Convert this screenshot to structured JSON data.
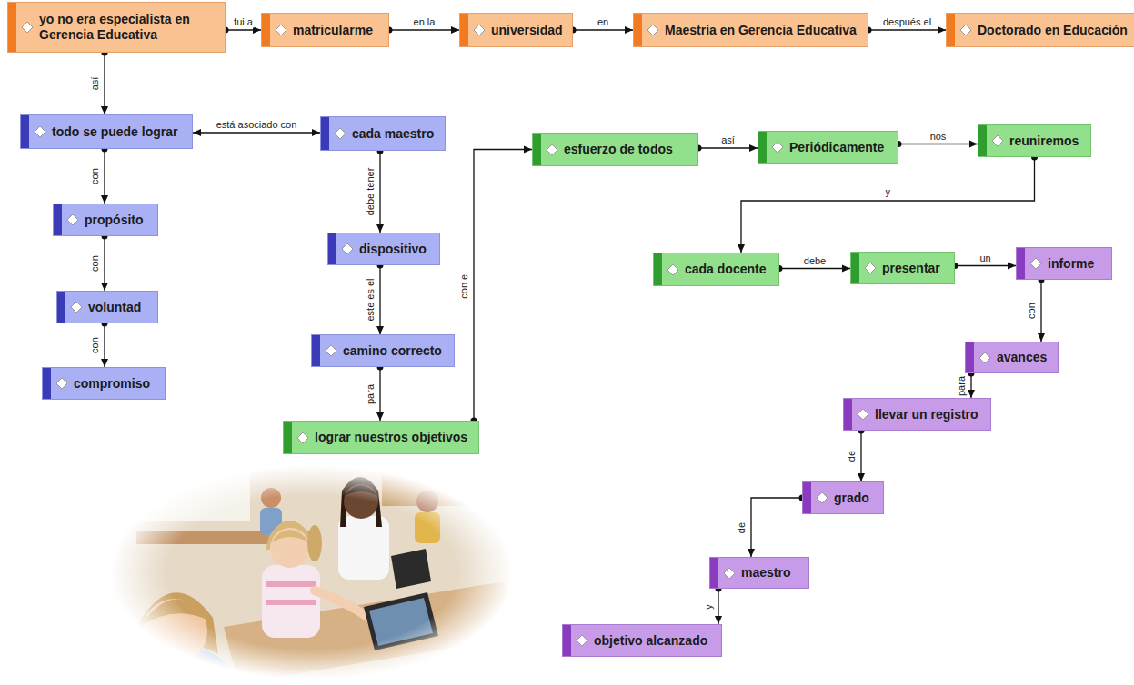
{
  "diagram": {
    "nodes": [
      {
        "text": [
          "yo no era especialista en Gerencia Educativa"
        ]
      },
      {
        "text": [
          "matricularme"
        ]
      },
      {
        "text": [
          "universidad"
        ]
      },
      {
        "text": [
          "Maestría en Gerencia Educativa"
        ]
      },
      {
        "text": [
          "Doctorado en Educación"
        ]
      },
      {
        "text": [
          "todo se puede lograr"
        ]
      },
      {
        "text": [
          "propósito"
        ]
      },
      {
        "text": [
          "voluntad"
        ]
      },
      {
        "text": [
          "compromiso"
        ]
      },
      {
        "text": [
          "cada maestro"
        ]
      },
      {
        "text": [
          "dispositivo"
        ]
      },
      {
        "text": [
          "camino correcto"
        ]
      },
      {
        "text": [
          "lograr nuestros objetivos"
        ]
      },
      {
        "text": [
          "esfuerzo de todos"
        ]
      },
      {
        "text": [
          "Periódicamente"
        ]
      },
      {
        "text": [
          "reuniremos"
        ]
      },
      {
        "text": [
          "cada docente"
        ]
      },
      {
        "text": [
          "presentar"
        ]
      },
      {
        "text": [
          "informe"
        ]
      },
      {
        "text": [
          "avances"
        ]
      },
      {
        "text": [
          "llevar un registro"
        ]
      },
      {
        "text": [
          "grado"
        ]
      },
      {
        "text": [
          "maestro"
        ]
      },
      {
        "text": [
          "objetivo alcanzado"
        ]
      }
    ],
    "edges": [
      {
        "from": 0,
        "to": 1,
        "label": "fui a",
        "arrow": "to"
      },
      {
        "from": 1,
        "to": 2,
        "label": "en la",
        "arrow": "to"
      },
      {
        "from": 2,
        "to": 3,
        "label": "en",
        "arrow": "to"
      },
      {
        "from": 3,
        "to": 4,
        "label": "después el",
        "arrow": "to"
      },
      {
        "from": 0,
        "to": 5,
        "label": "así",
        "arrow": "to"
      },
      {
        "from": 5,
        "to": 9,
        "label": "está asociado con",
        "arrow": "both"
      },
      {
        "from": 5,
        "to": 6,
        "label": "con",
        "arrow": "to"
      },
      {
        "from": 6,
        "to": 7,
        "label": "con",
        "arrow": "to"
      },
      {
        "from": 7,
        "to": 8,
        "label": "con",
        "arrow": "to"
      },
      {
        "from": 9,
        "to": 10,
        "label": "debe tener",
        "arrow": "to"
      },
      {
        "from": 10,
        "to": 11,
        "label": "este es el",
        "arrow": "to"
      },
      {
        "from": 11,
        "to": 12,
        "label": "para",
        "arrow": "to"
      },
      {
        "from": 12,
        "to": 13,
        "label": "con el",
        "arrow": "to"
      },
      {
        "from": 13,
        "to": 14,
        "label": "así",
        "arrow": "to"
      },
      {
        "from": 14,
        "to": 15,
        "label": "nos",
        "arrow": "to"
      },
      {
        "from": 15,
        "to": 16,
        "label": "y",
        "arrow": "to"
      },
      {
        "from": 16,
        "to": 17,
        "label": "debe",
        "arrow": "to"
      },
      {
        "from": 17,
        "to": 18,
        "label": "un",
        "arrow": "to"
      },
      {
        "from": 18,
        "to": 19,
        "label": "con",
        "arrow": "to"
      },
      {
        "from": 19,
        "to": 20,
        "label": "para",
        "arrow": "to"
      },
      {
        "from": 20,
        "to": 21,
        "label": "de",
        "arrow": "to"
      },
      {
        "from": 21,
        "to": 22,
        "label": "de",
        "arrow": "to"
      },
      {
        "from": 22,
        "to": 23,
        "label": "y",
        "arrow": "to"
      }
    ]
  }
}
